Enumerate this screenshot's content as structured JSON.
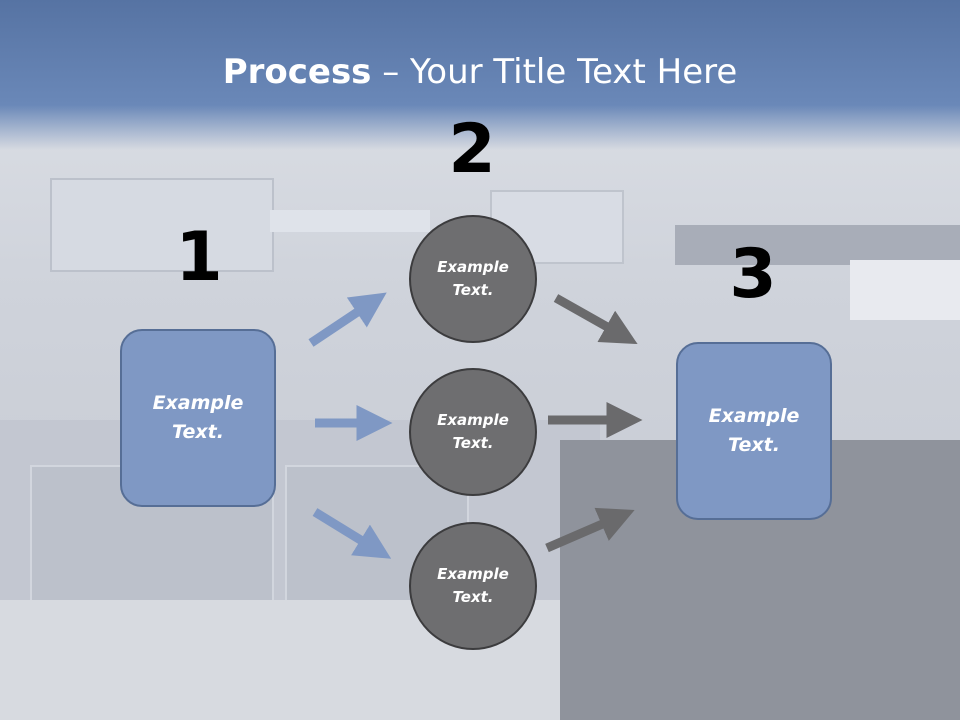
{
  "title": {
    "bold": "Process",
    "rest": " – Your Title Text Here"
  },
  "steps": {
    "one": "1",
    "two": "2",
    "three": "3"
  },
  "left_box": {
    "text": "Example Text."
  },
  "right_box": {
    "text": "Example Text."
  },
  "circles": [
    {
      "text": "Example Text."
    },
    {
      "text": "Example Text."
    },
    {
      "text": "Example Text."
    }
  ],
  "colors": {
    "header": "#5673a3",
    "box": "#7f98c4",
    "circle": "#6e6e70",
    "arrow_blue": "#7f98c4",
    "arrow_gray": "#6a6a6c"
  }
}
